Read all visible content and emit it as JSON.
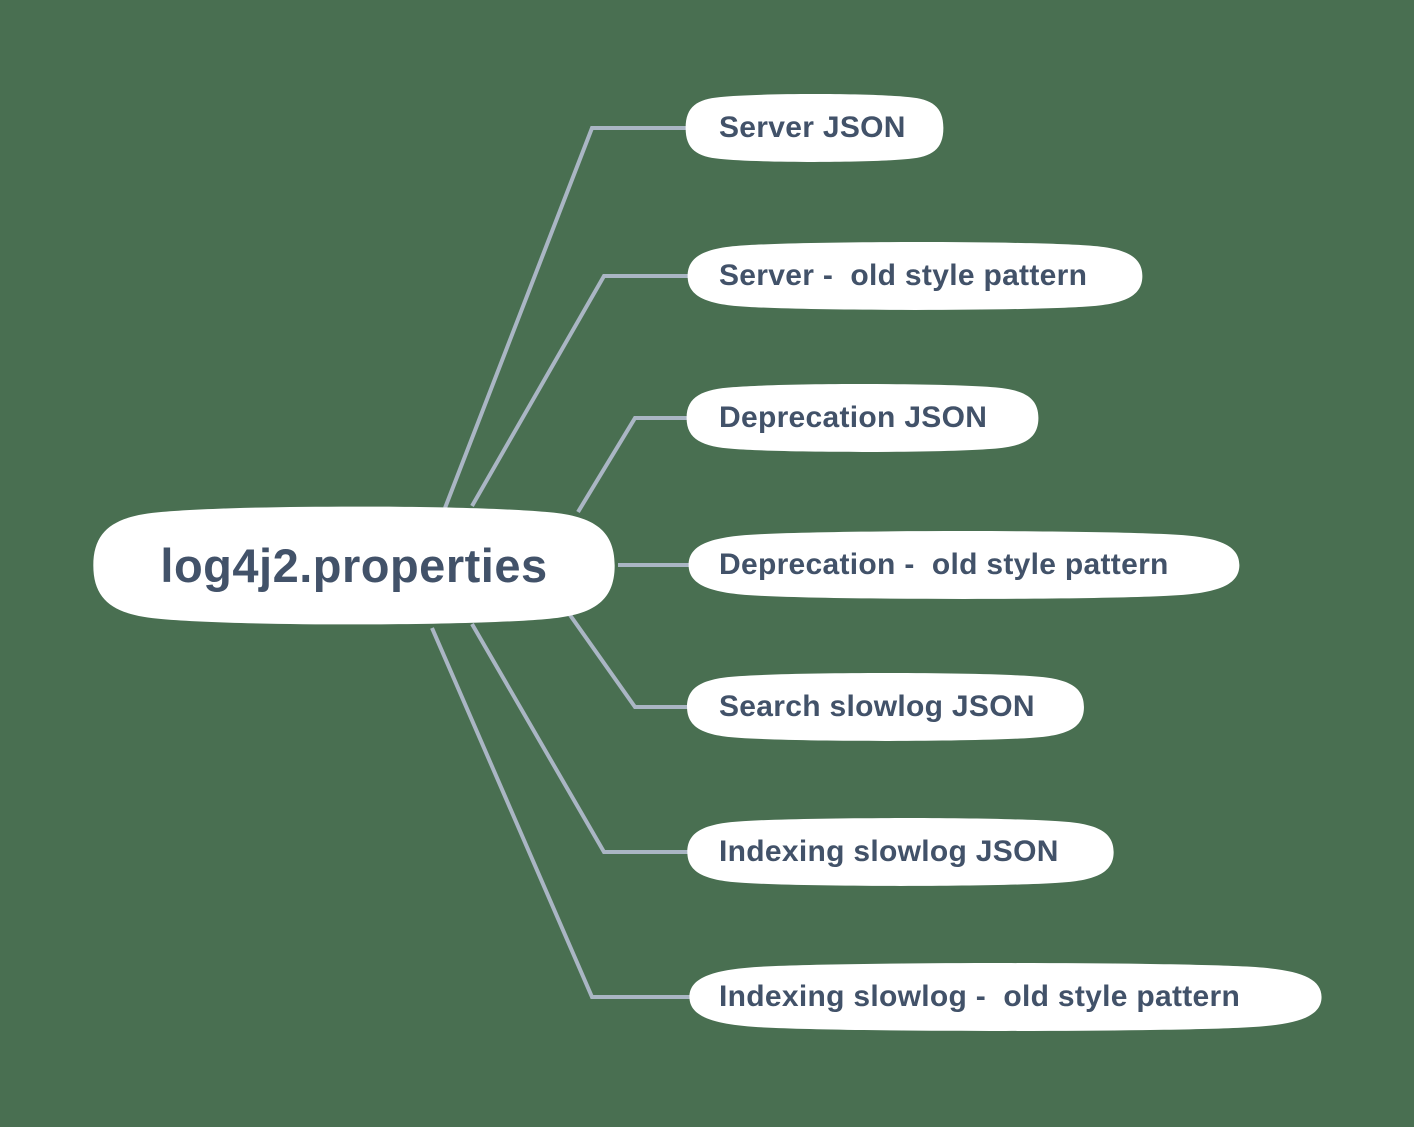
{
  "canvas": {
    "background": "#496F51"
  },
  "colors": {
    "node_fill": "#FFFFFF",
    "text": "#425269",
    "connector": "#AAB6C4"
  },
  "root": {
    "label": "log4j2.properties"
  },
  "children": [
    {
      "label": "Server JSON"
    },
    {
      "label": "Server -  old style pattern"
    },
    {
      "label": "Deprecation JSON"
    },
    {
      "label": "Deprecation -  old style pattern"
    },
    {
      "label": "Search slowlog JSON"
    },
    {
      "label": "Indexing slowlog JSON"
    },
    {
      "label": "Indexing slowlog -  old style pattern"
    }
  ]
}
